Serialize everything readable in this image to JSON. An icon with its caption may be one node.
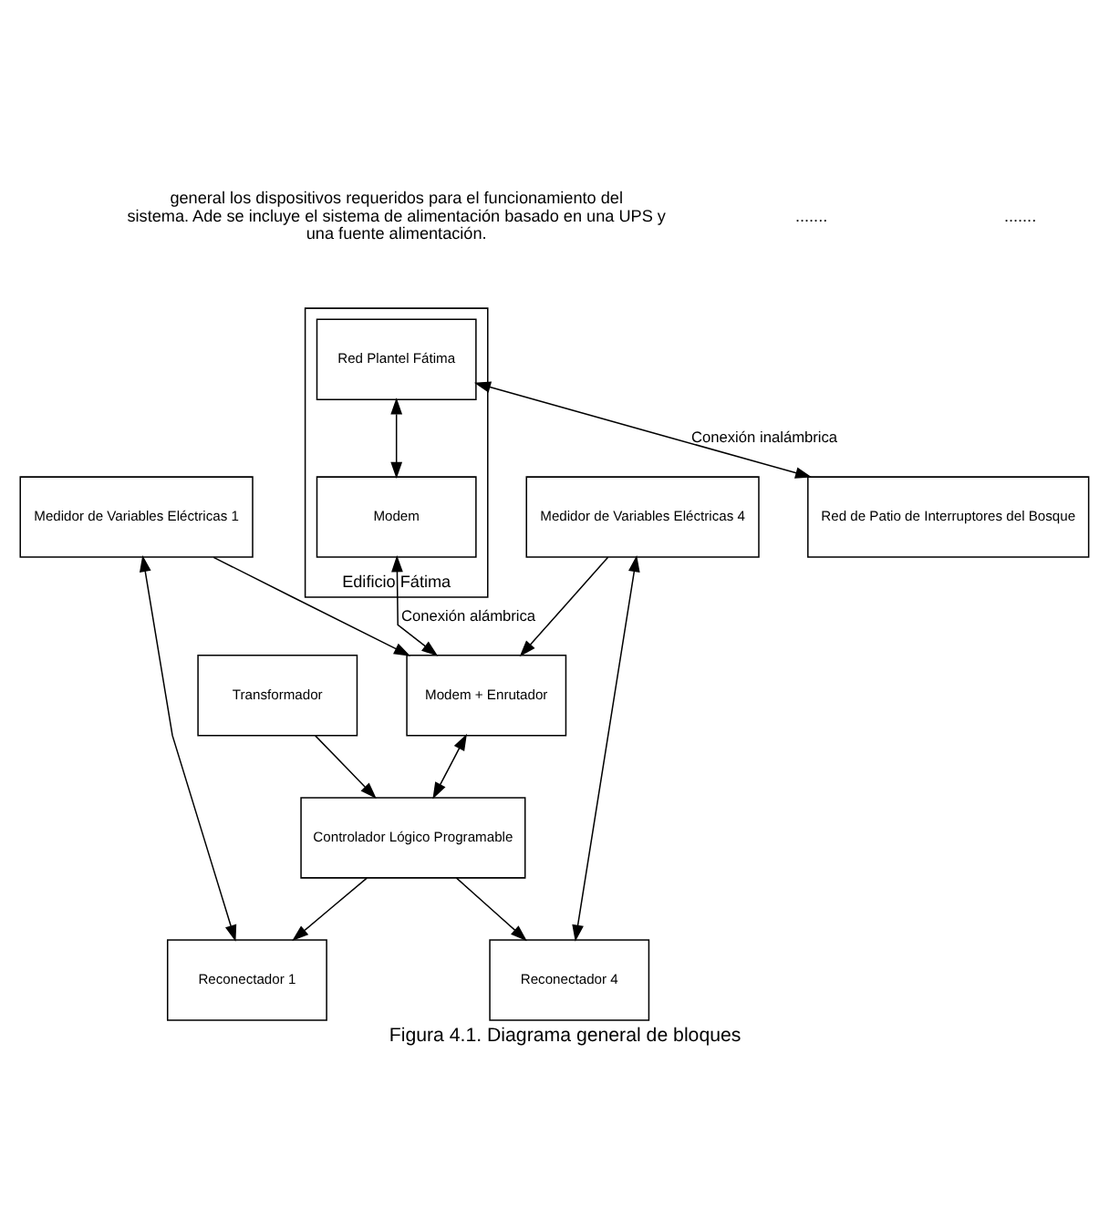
{
  "diagram": {
    "caption": "Figura 4.1. Diagrama general de bloques",
    "nodes": [
      {
        "text": [
          "Edificio Fátima"
        ]
      },
      {
        "text": [
          "Red Plantel Fátima"
        ],
        "in": 0
      },
      {
        "text": [
          "Modem"
        ],
        "in": 0
      },
      {
        "text": [
          "Modem + Enrutador"
        ]
      },
      {
        "text": [
          "Medidor de Variables Eléctricas 1"
        ]
      },
      {
        "text": [
          "Medidor de Variables Eléctricas 4"
        ]
      },
      {
        "text": [
          "Controlador Lógico Programable"
        ]
      },
      {
        "text": [
          "Reconectador 1"
        ]
      },
      {
        "text": [
          "Reconectador 4"
        ]
      },
      {
        "text": [
          "Transformador"
        ]
      },
      {
        "text": [
          "Red de Patio de Interruptores del Bosque"
        ]
      }
    ],
    "edges": [
      {
        "from": 1,
        "to": 2,
        "arrow": "both"
      },
      {
        "from": 2,
        "to": 3,
        "arrow": "both",
        "label": "Conexión alámbrica"
      },
      {
        "from": 3,
        "to": 6,
        "arrow": "both"
      },
      {
        "from": 4,
        "to": 3,
        "arrow": "to"
      },
      {
        "from": 5,
        "to": 3,
        "arrow": "to"
      },
      {
        "from": 4,
        "to": 7,
        "arrow": "both"
      },
      {
        "from": 5,
        "to": 8,
        "arrow": "both"
      },
      {
        "from": 6,
        "to": 7,
        "arrow": "to"
      },
      {
        "from": 6,
        "to": 8,
        "arrow": "to"
      },
      {
        "from": 9,
        "to": 6,
        "arrow": "to"
      },
      {
        "from": 1,
        "to": 10,
        "arrow": "both",
        "label": "Conexión inalámbrica"
      }
    ],
    "labels": [
      "general los dispositivos requeridos para el funcionamiento del sistema. Ade se incluye el sistema de alimentación basado en una UPS y una fuente alimentación.",
      ".......",
      "......."
    ]
  }
}
